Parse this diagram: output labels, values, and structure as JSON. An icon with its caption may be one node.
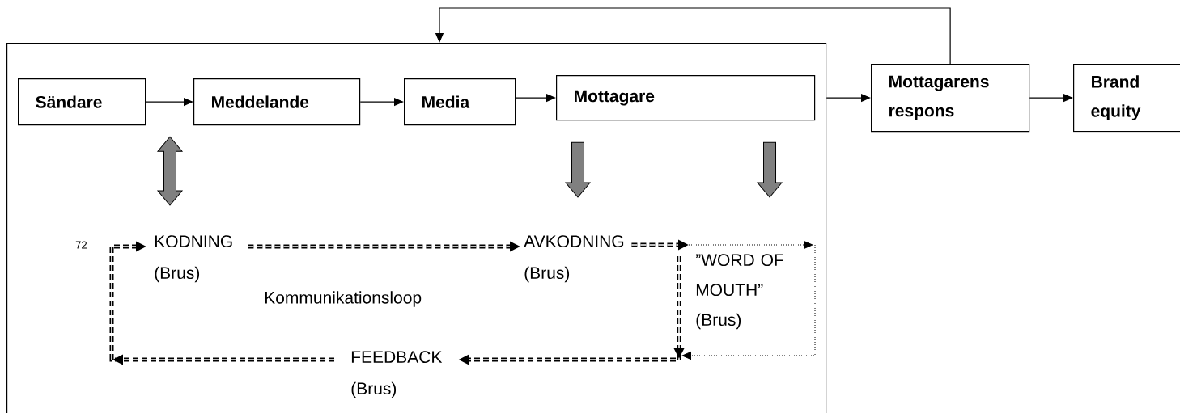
{
  "diagram": {
    "nodes": [
      {
        "text": [],
        "shape": "box"
      },
      {
        "text": [
          "Sändare"
        ],
        "in": 0
      },
      {
        "text": [
          "Meddelande"
        ],
        "in": 0
      },
      {
        "text": [
          "Media"
        ],
        "in": 0
      },
      {
        "text": [
          "Mottagare"
        ],
        "in": 0
      },
      {
        "text": [
          "KODNING",
          "(Brus)"
        ],
        "in": 0
      },
      {
        "text": [
          "AVKODNING",
          "(Brus)"
        ],
        "in": 0
      },
      {
        "text": [
          "”WORD OF MOUTH”",
          "(Brus)"
        ],
        "in": 0
      },
      {
        "text": [
          "FEEDBACK",
          "(Brus)"
        ],
        "in": 0
      },
      {
        "text": [
          "Mottagarens respons"
        ]
      },
      {
        "text": [
          "Brand equity"
        ]
      }
    ],
    "edges": [
      {
        "from": 1,
        "to": 2,
        "arrow": "to"
      },
      {
        "from": 2,
        "to": 3,
        "arrow": "to"
      },
      {
        "from": 3,
        "to": 4,
        "arrow": "to"
      },
      {
        "from": 0,
        "to": 9,
        "arrow": "to"
      },
      {
        "from": 9,
        "to": 10,
        "arrow": "to"
      },
      {
        "from": 9,
        "to": 0,
        "arrow": "to"
      },
      {
        "from": 1,
        "to": 5,
        "arrow": "both",
        "style": "thick",
        "color": "#808080"
      },
      {
        "from": 4,
        "to": 6,
        "arrow": "to",
        "style": "thick",
        "color": "#808080"
      },
      {
        "from": 4,
        "to": 7,
        "arrow": "to",
        "style": "thick",
        "color": "#808080"
      },
      {
        "from": 5,
        "to": 6,
        "arrow": "to",
        "style": "dashed"
      },
      {
        "from": 6,
        "to": 7,
        "arrow": "to",
        "style": "dashed"
      },
      {
        "from": 7,
        "to": 8,
        "arrow": "to",
        "style": "dashed"
      },
      {
        "from": 8,
        "to": 5,
        "arrow": "to",
        "style": "dashed"
      },
      {
        "from": 7,
        "to": null,
        "arrow": "to",
        "style": "dashed"
      }
    ],
    "labels": [
      "72",
      "Kommunikationsloop"
    ]
  }
}
